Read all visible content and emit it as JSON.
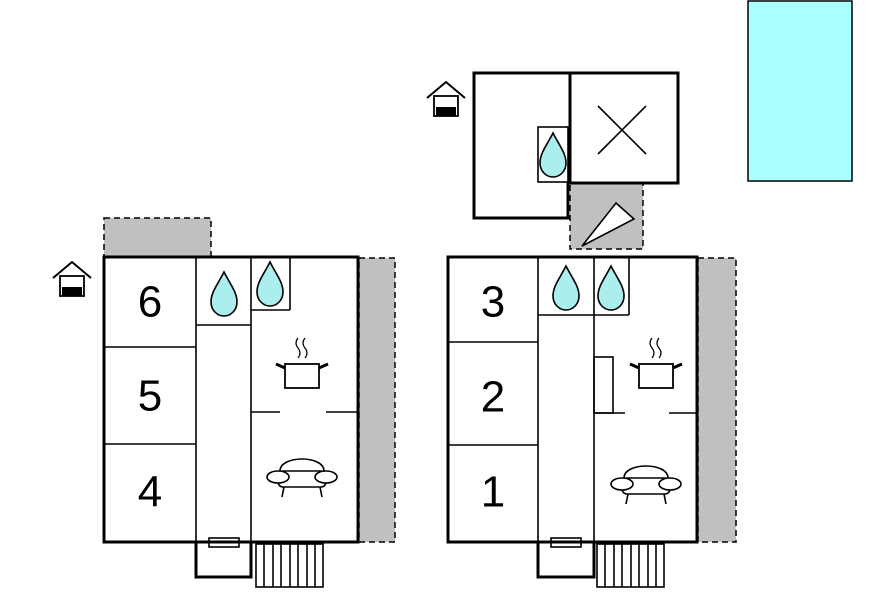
{
  "colors": {
    "pool": "#aaffff",
    "water_drop": "#aaeeee",
    "terrace": "#c0c0c0",
    "wall": "#000000"
  },
  "icons": [
    "house-entrance-icon",
    "water-drop-icon",
    "stove-pot-icon",
    "sofa-icon",
    "bed-cross-icon",
    "sun-lounger-icon",
    "stairs-icon",
    "pool"
  ],
  "left_unit": {
    "rooms": [
      "6",
      "5",
      "4"
    ]
  },
  "right_unit": {
    "rooms": [
      "3",
      "2",
      "1"
    ]
  }
}
